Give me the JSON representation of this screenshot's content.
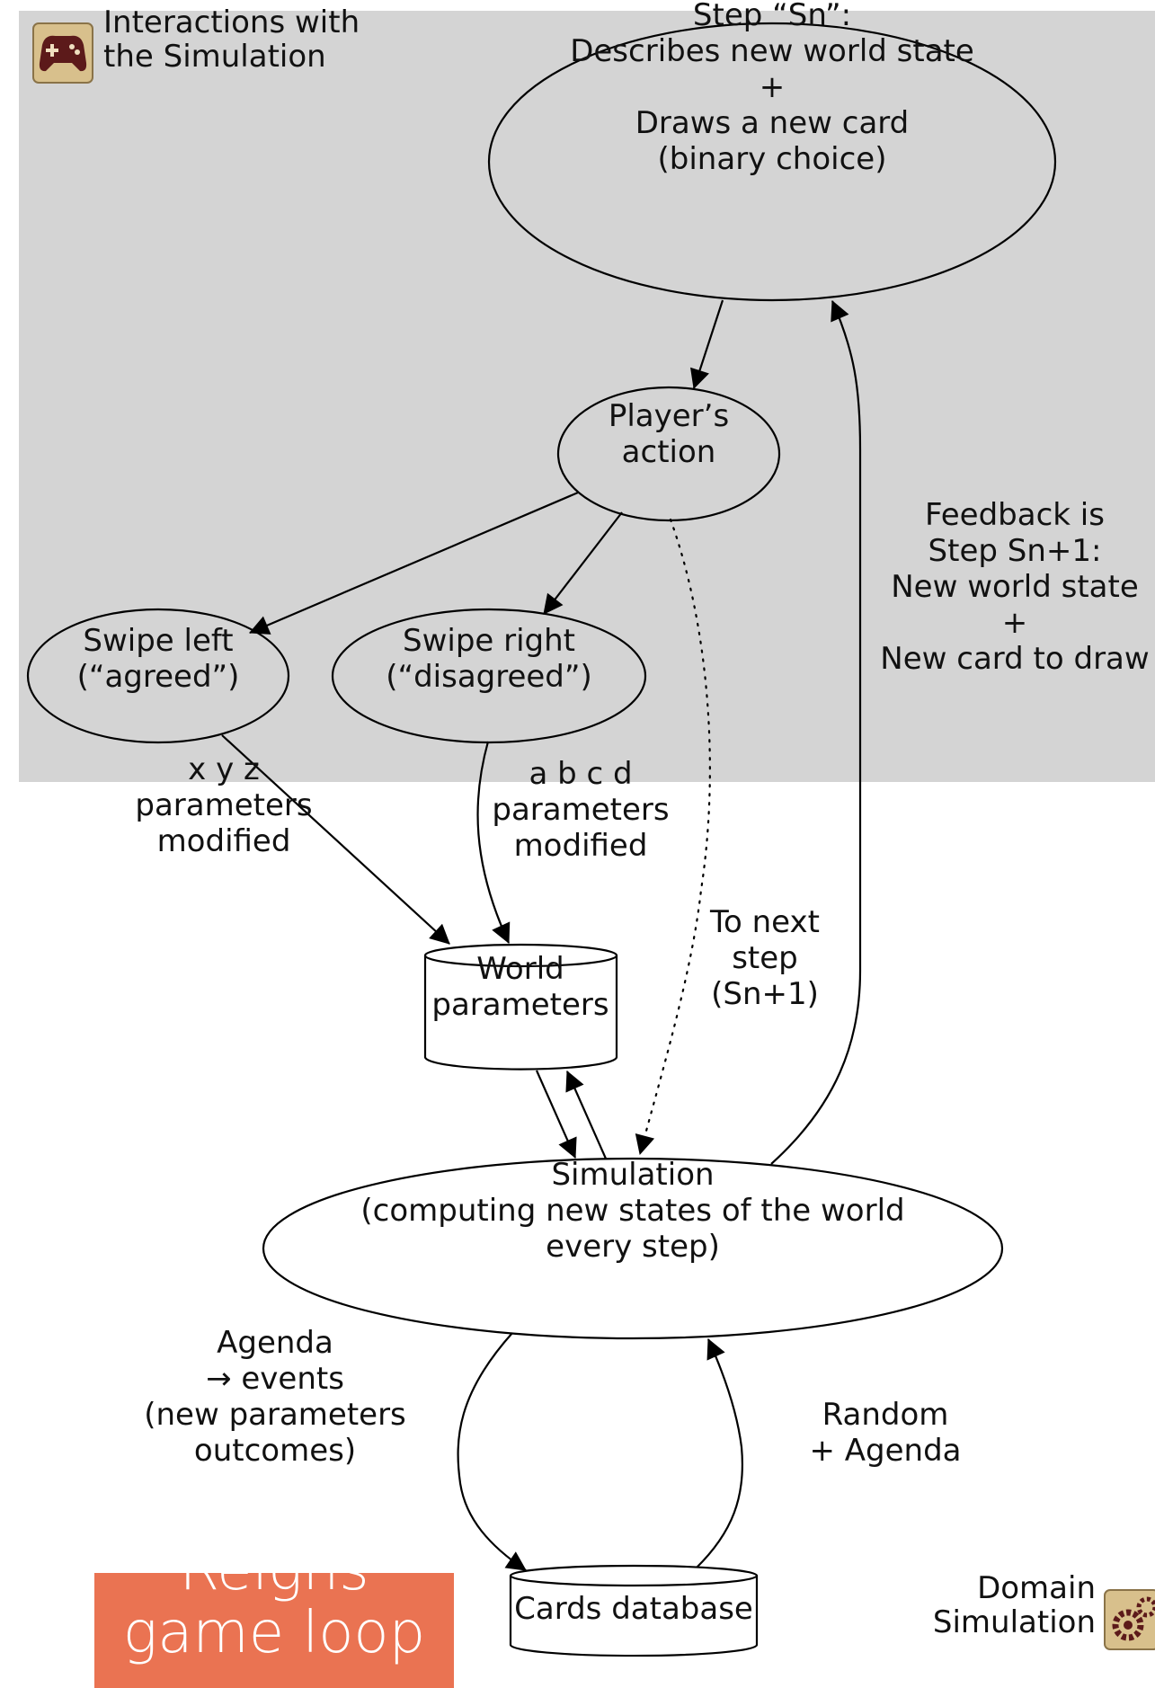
{
  "legend": {
    "interactions_label": [
      "Interactions with",
      "the Simulation"
    ],
    "domain_label": [
      "Domain",
      "Simulation"
    ],
    "interactions_icon": "gamepad-icon",
    "domain_icon": "gears-icon"
  },
  "title": [
    "Reigns",
    "game loop"
  ],
  "nodes": {
    "step": [
      "Step “Sn”:",
      "Describes new world state",
      "+",
      "Draws a new card",
      "(binary choice)"
    ],
    "player_action": [
      "Player’s",
      "action"
    ],
    "swipe_left": [
      "Swipe left",
      "(“agreed”)"
    ],
    "swipe_right": [
      "Swipe right",
      "(“disagreed”)"
    ],
    "world_params": [
      "World",
      "parameters"
    ],
    "simulation": [
      "Simulation",
      "(computing new states of the world",
      "every step)"
    ],
    "cards_db": [
      "Cards database"
    ]
  },
  "edge_labels": {
    "xyz": [
      "x y z",
      "parameters",
      "modified"
    ],
    "abcd": [
      "a b c d",
      "parameters",
      "modified"
    ],
    "next_step": [
      "To next",
      "step",
      "(Sn+1)"
    ],
    "feedback": [
      "Feedback is",
      "Step Sn+1:",
      "New world state",
      "+",
      "New card to draw"
    ],
    "agenda": [
      "Agenda",
      "→ events",
      "(new parameters",
      "outcomes)"
    ],
    "random": [
      "Random",
      "+ Agenda"
    ]
  },
  "colors": {
    "cluster_bg": "#d4d4d4",
    "title_bg": "#ea7352",
    "title_text": "#ffffff",
    "line": "#000000",
    "icon_bg": "#d8c08c",
    "icon_dark": "#5c1a1a"
  }
}
